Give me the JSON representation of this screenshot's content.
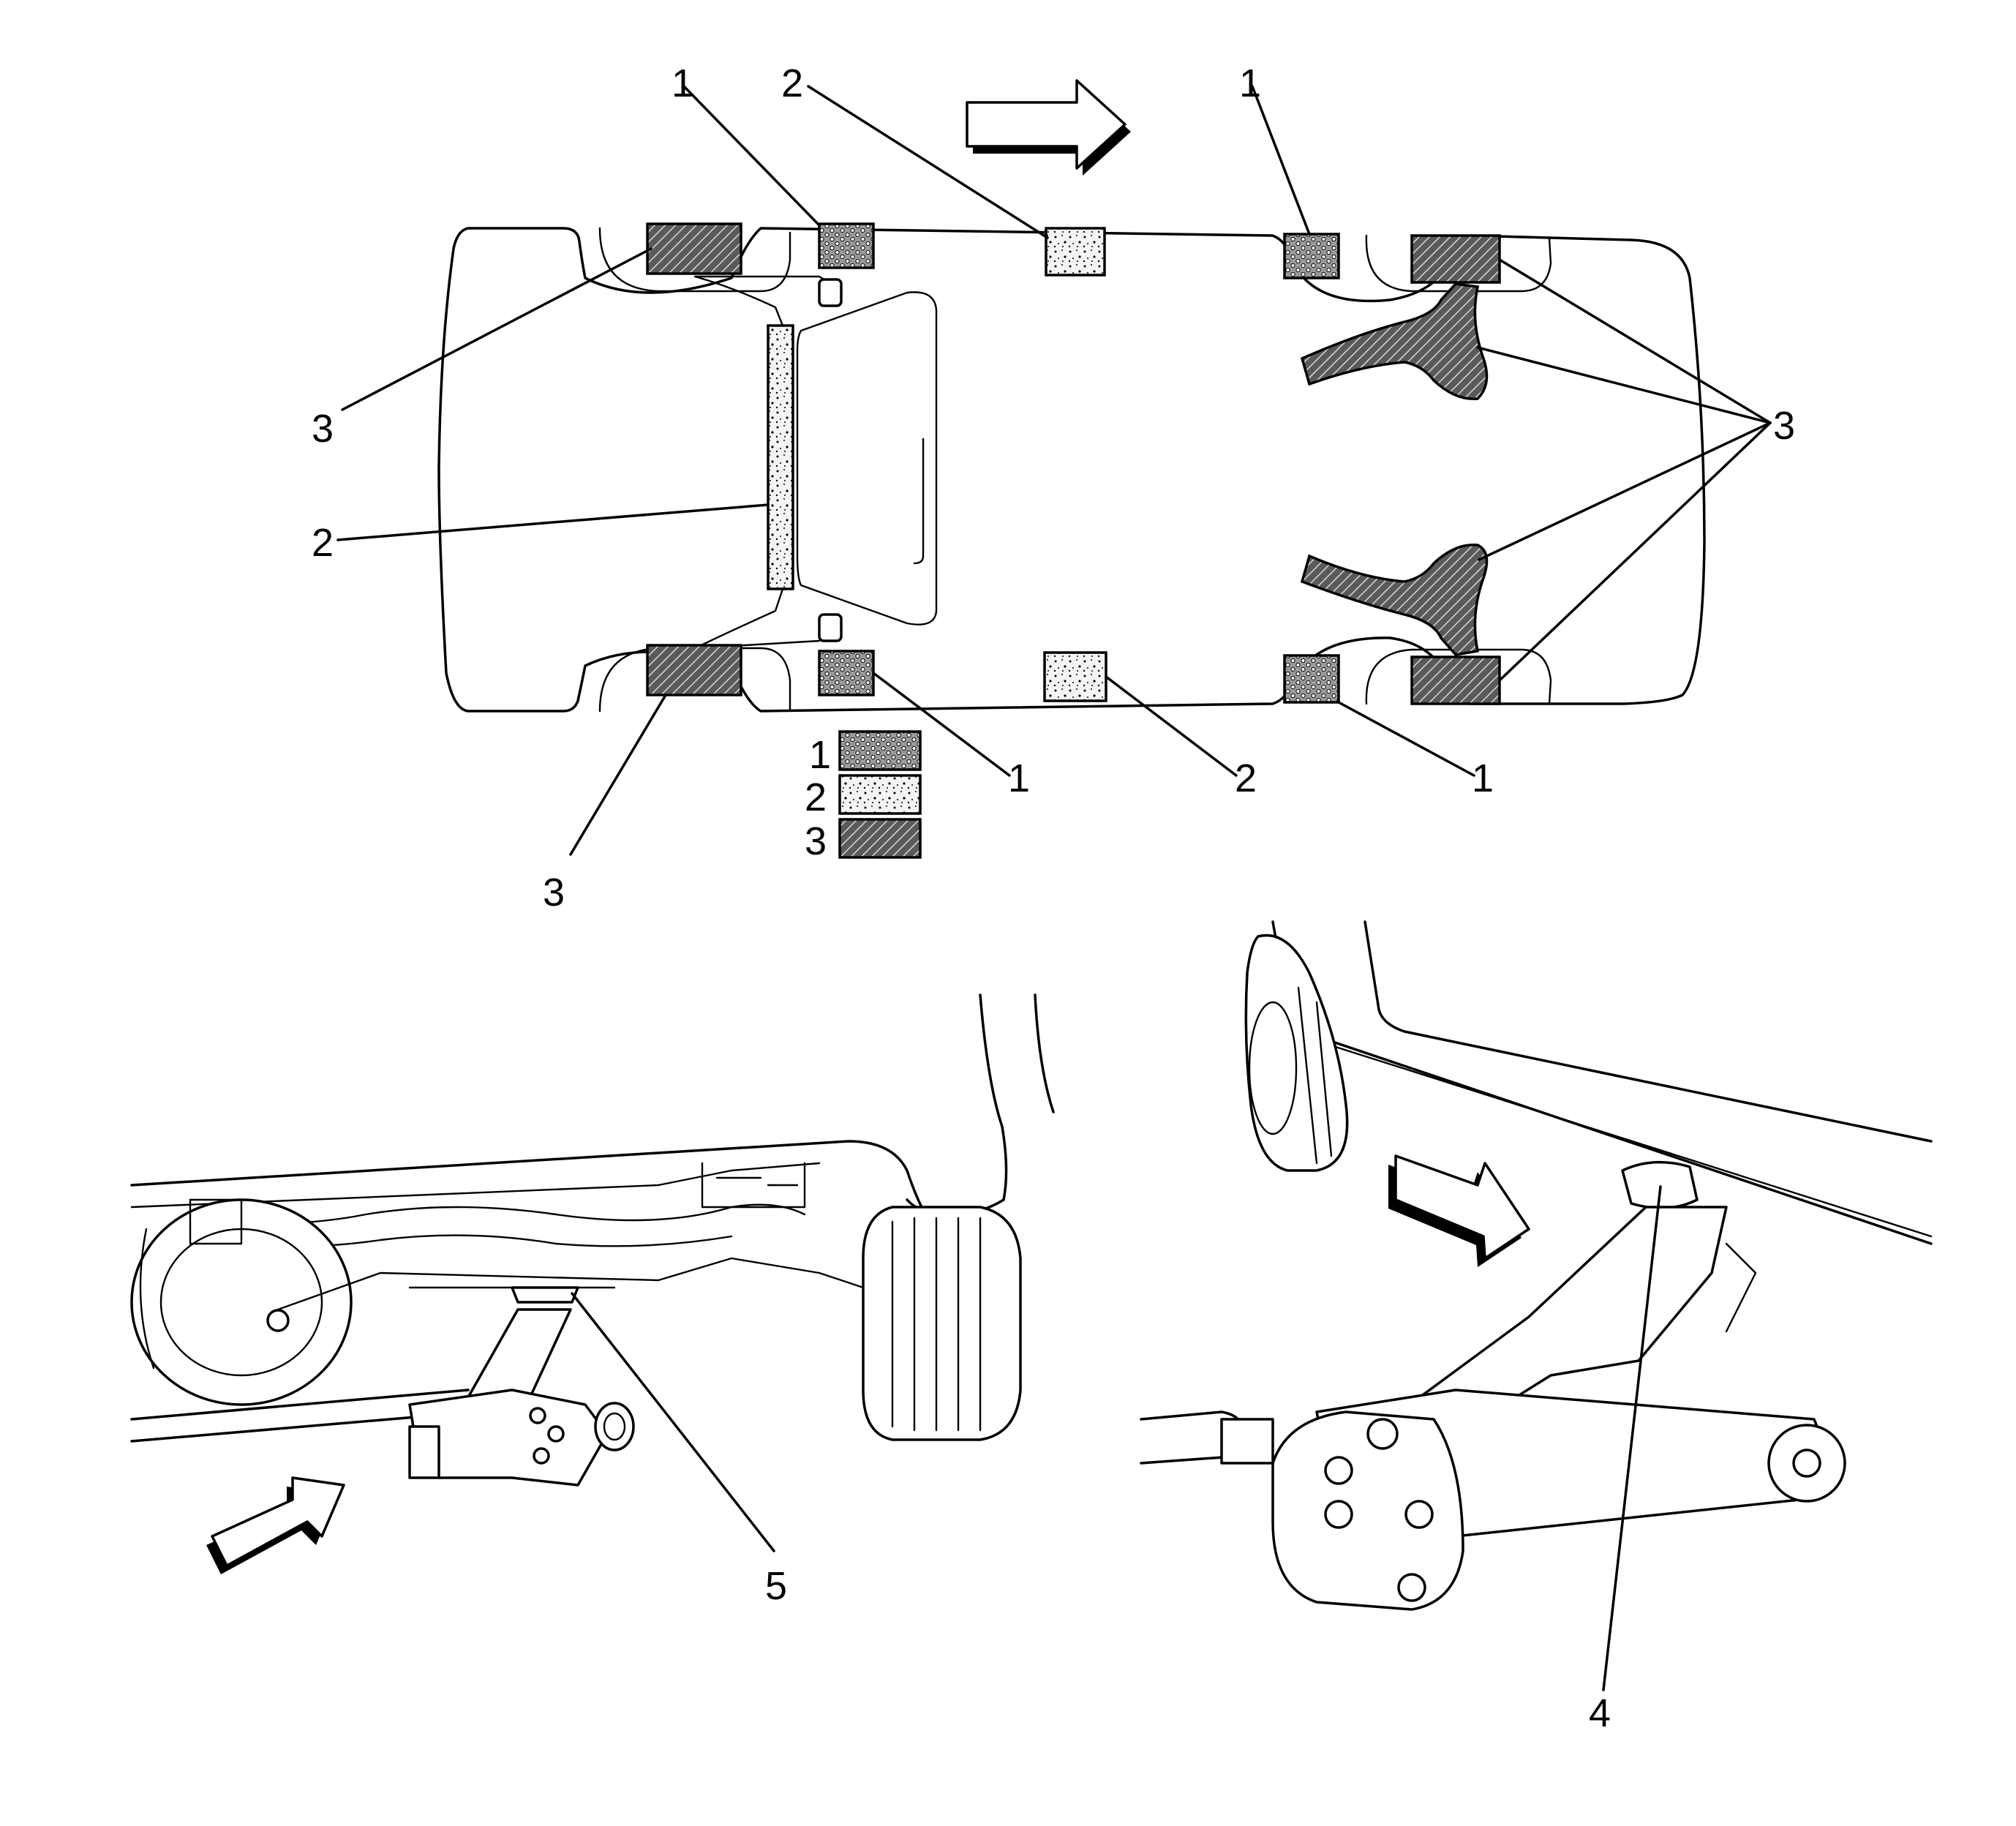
{
  "legend": [
    {
      "key": "1",
      "pattern": "hex-mesh"
    },
    {
      "key": "2",
      "pattern": "speckle"
    },
    {
      "key": "3",
      "pattern": "diagonal-hatch"
    }
  ],
  "callouts": {
    "top_1_left": "1",
    "top_2_center": "2",
    "top_1_right": "1",
    "side_3_left_upper": "3",
    "side_2_left": "2",
    "side_3_right": "3",
    "bottom_3_left": "3",
    "bottom_1_front": "1",
    "bottom_2_center": "2",
    "bottom_1_rear": "1",
    "jack_point_5": "5",
    "jack_point_4": "4"
  },
  "icons": {
    "direction_arrow": "arrow-right-icon",
    "front_jack_arrow": "arrow-up-right-icon",
    "side_jack_arrow": "arrow-down-right-icon"
  },
  "colors": {
    "line": "#000000",
    "background": "#ffffff",
    "pad_fill_dark": "#555555",
    "pad_fill_light": "#e8e8e8"
  }
}
